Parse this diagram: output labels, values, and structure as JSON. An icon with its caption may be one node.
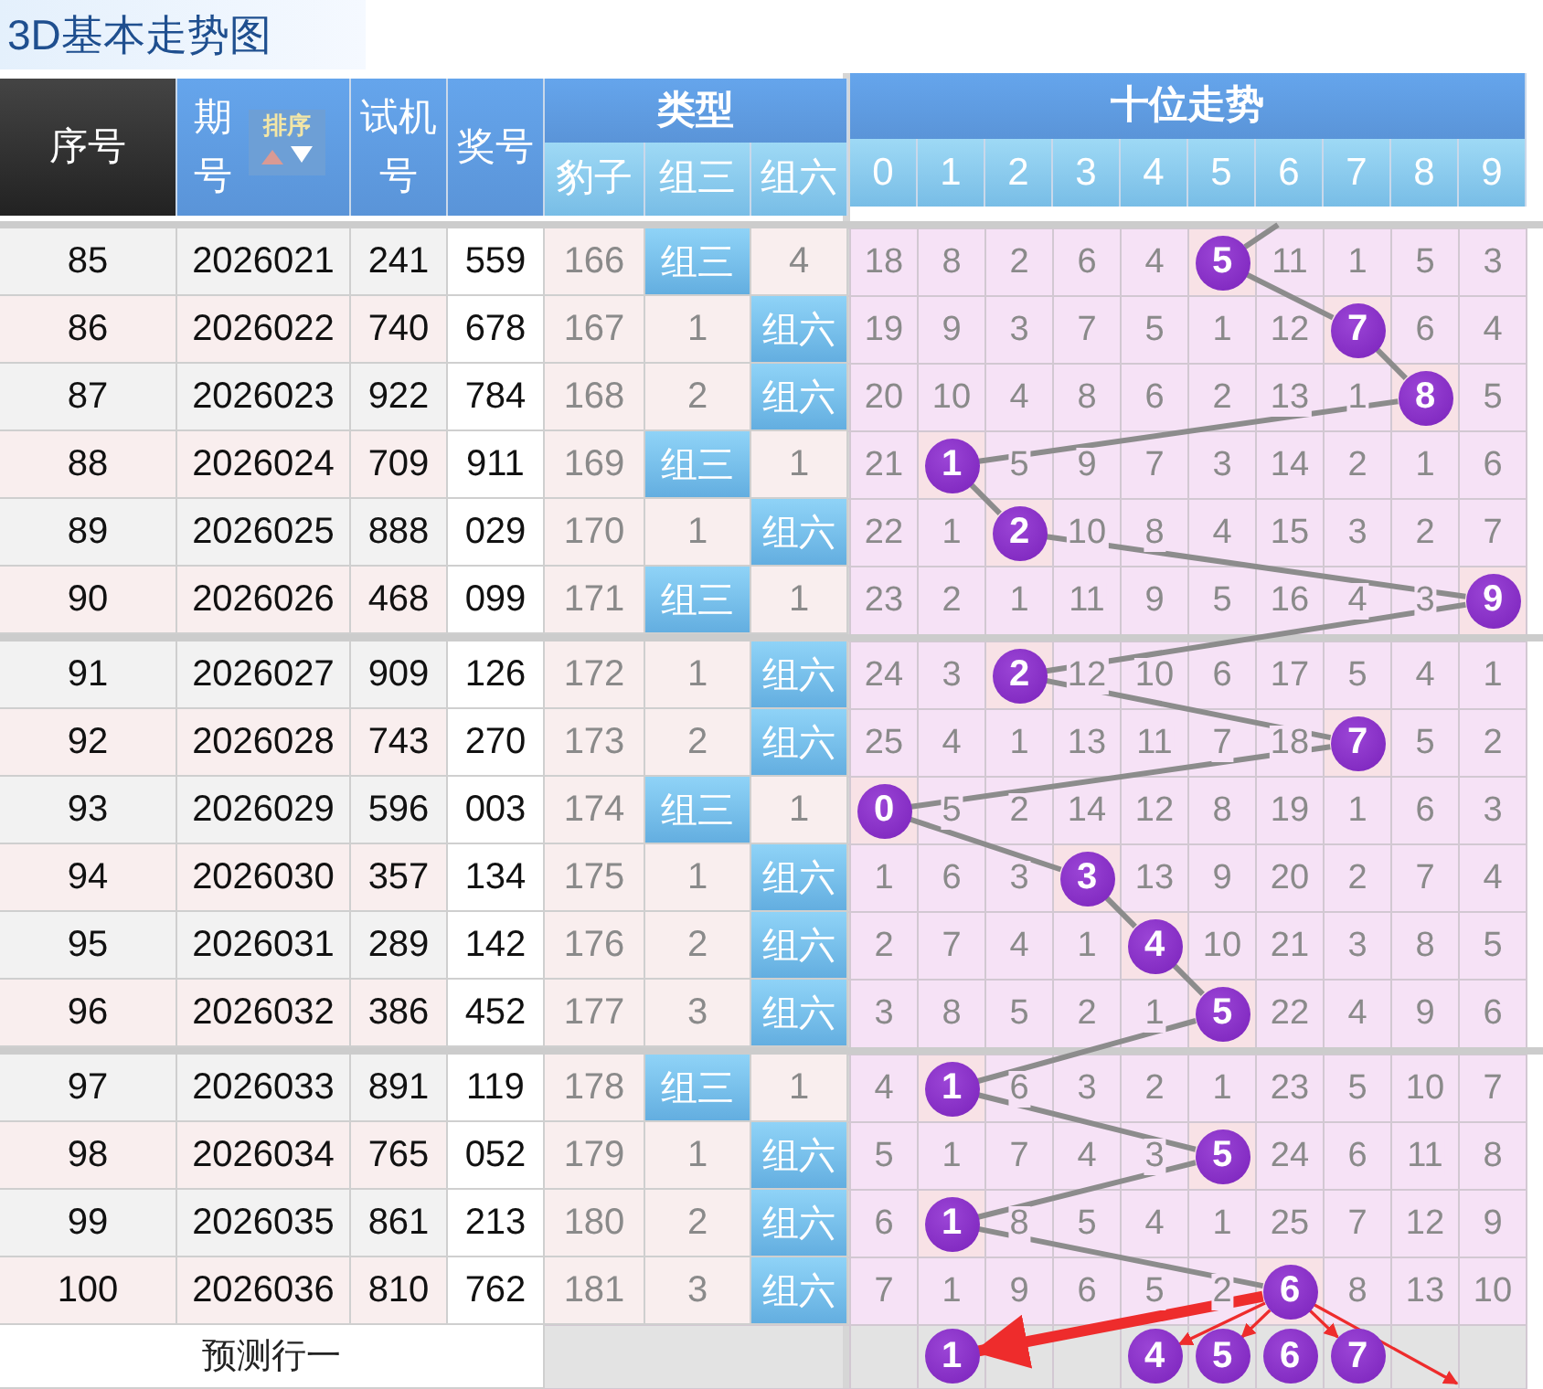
{
  "diagram": {
    "title": "3D基本走势图",
    "nodes": [
      {
        "text": [
          "5"
        ]
      },
      {
        "text": [
          "7"
        ]
      },
      {
        "text": [
          "8"
        ]
      },
      {
        "text": [
          "1"
        ]
      },
      {
        "text": [
          "2"
        ]
      },
      {
        "text": [
          "9"
        ]
      },
      {
        "text": [
          "2"
        ]
      },
      {
        "text": [
          "7"
        ]
      },
      {
        "text": [
          "0"
        ]
      },
      {
        "text": [
          "3"
        ]
      },
      {
        "text": [
          "4"
        ]
      },
      {
        "text": [
          "5"
        ]
      },
      {
        "text": [
          "1"
        ]
      },
      {
        "text": [
          "5"
        ]
      },
      {
        "text": [
          "1"
        ]
      },
      {
        "text": [
          "6"
        ]
      },
      {
        "text": [
          "1"
        ]
      },
      {
        "text": [
          "4"
        ]
      },
      {
        "text": [
          "5"
        ]
      },
      {
        "text": [
          "6"
        ]
      },
      {
        "text": [
          "7"
        ]
      }
    ],
    "edges": [
      {
        "from": null,
        "to": 0,
        "arrow": "none"
      },
      {
        "from": 0,
        "to": 1,
        "arrow": "none"
      },
      {
        "from": 1,
        "to": 2,
        "arrow": "none"
      },
      {
        "from": 2,
        "to": 3,
        "arrow": "none"
      },
      {
        "from": 3,
        "to": 4,
        "arrow": "none"
      },
      {
        "from": 4,
        "to": 5,
        "arrow": "none"
      },
      {
        "from": 5,
        "to": 6,
        "arrow": "none"
      },
      {
        "from": 6,
        "to": 7,
        "arrow": "none"
      },
      {
        "from": 7,
        "to": 8,
        "arrow": "none"
      },
      {
        "from": 8,
        "to": 9,
        "arrow": "none"
      },
      {
        "from": 9,
        "to": 10,
        "arrow": "none"
      },
      {
        "from": 10,
        "to": 11,
        "arrow": "none"
      },
      {
        "from": 11,
        "to": 12,
        "arrow": "none"
      },
      {
        "from": 12,
        "to": 13,
        "arrow": "none"
      },
      {
        "from": 13,
        "to": 14,
        "arrow": "none"
      },
      {
        "from": 14,
        "to": 15,
        "arrow": "none"
      },
      {
        "from": 15,
        "to": 16,
        "arrow": "to",
        "style": "thick",
        "color": "#ee2c2c"
      },
      {
        "from": 15,
        "to": 17,
        "arrow": "to",
        "color": "#ee2c2c"
      },
      {
        "from": 15,
        "to": 18,
        "arrow": "to",
        "color": "#ee2c2c"
      },
      {
        "from": 15,
        "to": 20,
        "arrow": "to",
        "color": "#ee2c2c"
      },
      {
        "from": 15,
        "to": null,
        "arrow": "to",
        "color": "#ee2c2c"
      }
    ],
    "labels": [
      "序号",
      "期号",
      "排序",
      "试机号",
      "奖号",
      "类型",
      "豹子",
      "组三",
      "组六",
      "十位走势",
      "0",
      "1",
      "2",
      "3",
      "4",
      "5",
      "6",
      "7",
      "8",
      "9",
      "85",
      "2026021",
      "241",
      "559",
      "166",
      "组三",
      "4",
      "18",
      "8",
      "2",
      "6",
      "4",
      "11",
      "1",
      "5",
      "3",
      "86",
      "2026022",
      "740",
      "678",
      "167",
      "1",
      "组六",
      "19",
      "9",
      "3",
      "7",
      "5",
      "1",
      "12",
      "6",
      "4",
      "87",
      "2026023",
      "922",
      "784",
      "168",
      "2",
      "组六",
      "20",
      "10",
      "4",
      "8",
      "6",
      "2",
      "13",
      "1",
      "5",
      "88",
      "2026024",
      "709",
      "911",
      "169",
      "组三",
      "1",
      "21",
      "5",
      "9",
      "7",
      "3",
      "14",
      "2",
      "1",
      "6",
      "89",
      "2026025",
      "888",
      "029",
      "170",
      "1",
      "组六",
      "22",
      "1",
      "10",
      "8",
      "4",
      "15",
      "3",
      "2",
      "7",
      "90",
      "2026026",
      "468",
      "099",
      "171",
      "组三",
      "1",
      "23",
      "2",
      "1",
      "11",
      "9",
      "5",
      "16",
      "4",
      "3",
      "91",
      "2026027",
      "909",
      "126",
      "172",
      "1",
      "组六",
      "24",
      "3",
      "12",
      "10",
      "6",
      "17",
      "5",
      "4",
      "1",
      "92",
      "2026028",
      "743",
      "270",
      "173",
      "2",
      "组六",
      "25",
      "4",
      "1",
      "13",
      "11",
      "7",
      "18",
      "5",
      "2",
      "93",
      "2026029",
      "596",
      "003",
      "174",
      "组三",
      "1",
      "5",
      "2",
      "14",
      "12",
      "8",
      "19",
      "1",
      "6",
      "3",
      "94",
      "2026030",
      "357",
      "134",
      "175",
      "1",
      "组六",
      "1",
      "6",
      "3",
      "13",
      "9",
      "20",
      "2",
      "7",
      "4",
      "95",
      "2026031",
      "289",
      "142",
      "176",
      "2",
      "组六",
      "2",
      "7",
      "4",
      "1",
      "10",
      "21",
      "3",
      "8",
      "5",
      "96",
      "2026032",
      "386",
      "452",
      "177",
      "3",
      "组六",
      "3",
      "8",
      "5",
      "2",
      "1",
      "22",
      "4",
      "9",
      "6",
      "97",
      "2026033",
      "891",
      "119",
      "178",
      "组三",
      "1",
      "4",
      "6",
      "3",
      "2",
      "1",
      "23",
      "5",
      "10",
      "7",
      "98",
      "2026034",
      "765",
      "052",
      "179",
      "1",
      "组六",
      "5",
      "1",
      "7",
      "4",
      "3",
      "24",
      "6",
      "11",
      "8",
      "99",
      "2026035",
      "861",
      "213",
      "180",
      "2",
      "组六",
      "6",
      "8",
      "5",
      "4",
      "1",
      "25",
      "7",
      "12",
      "9",
      "100",
      "2026036",
      "810",
      "762",
      "181",
      "3",
      "组六",
      "7",
      "1",
      "9",
      "6",
      "5",
      "2",
      "8",
      "13",
      "10",
      "预测行一"
    ]
  }
}
